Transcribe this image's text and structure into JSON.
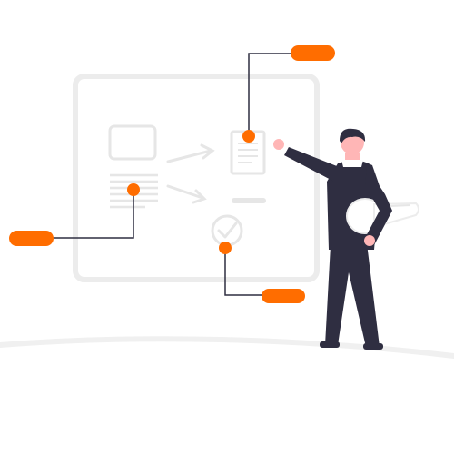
{
  "colors": {
    "accent": "#ff6d00",
    "board_fill": "#ffffff",
    "board_stroke": "#ececec",
    "board_shadow": "#e6e6e6",
    "line_dark": "#2f2e41",
    "figure_dark": "#2f2e41",
    "skin": "#ffb6b6",
    "hair": "#2f2e41",
    "ground": "#f0f0f0",
    "icon_gray": "#e6e6e6"
  },
  "icons": {
    "placeholder_box": "image-placeholder-icon",
    "text_lines": "text-lines-icon",
    "arrows": "arrow-right-icon",
    "document": "document-icon",
    "dash": "dash-icon",
    "checkmark": "check-circle-icon",
    "megaphone": "megaphone-icon"
  },
  "callouts": [
    {
      "name": "callout-top-right"
    },
    {
      "name": "callout-left"
    },
    {
      "name": "callout-bottom"
    }
  ]
}
